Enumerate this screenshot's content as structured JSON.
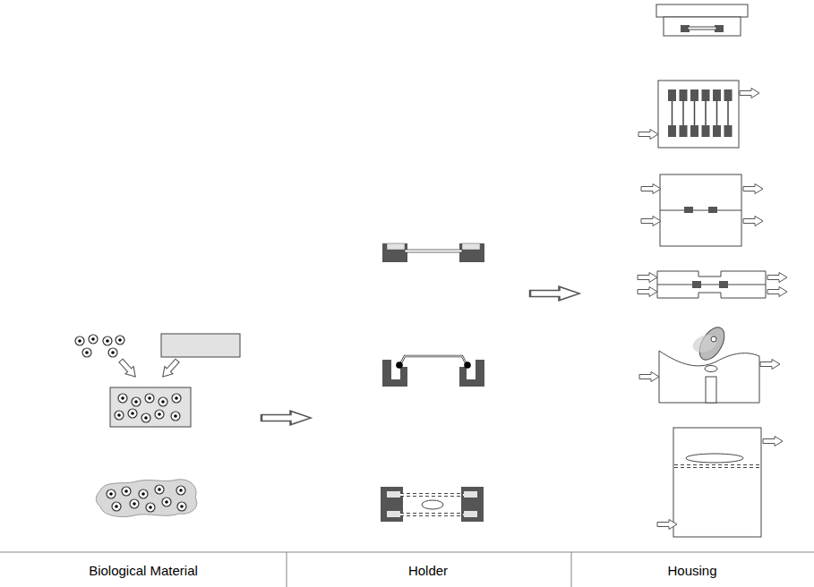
{
  "diagram": {
    "labels": [
      "Biological Material",
      "Holder",
      "Housing"
    ]
  }
}
